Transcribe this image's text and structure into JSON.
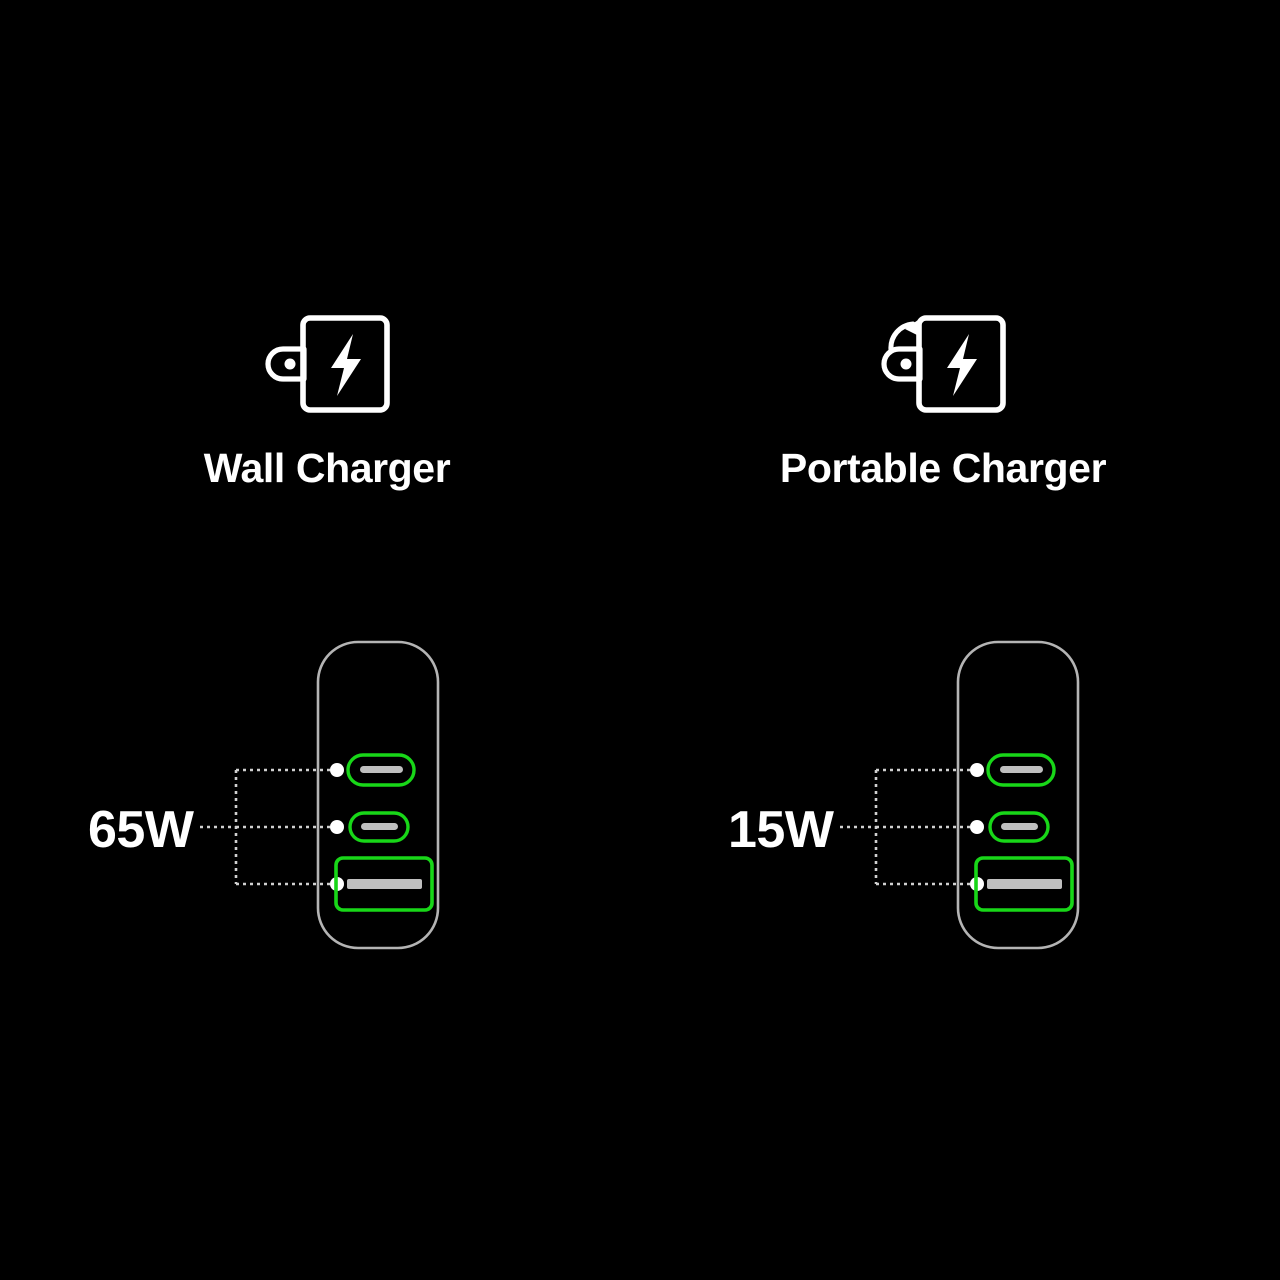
{
  "page": {
    "background_color": "#000000",
    "accent_green": "#18d718",
    "port_fill_gray": "#bfbfbf",
    "device_outline_gray": "#b4b4b4",
    "text_color": "#ffffff"
  },
  "columns": [
    {
      "id": "wall",
      "icon_name": "wall-charger-icon",
      "title": "Wall Charger",
      "wattage": "65W",
      "has_fold_arrow": false,
      "ports": [
        {
          "type": "usb-c",
          "label": "USB-C port 1"
        },
        {
          "type": "usb-c",
          "label": "USB-C port 2"
        },
        {
          "type": "usb-a",
          "label": "USB-A port"
        }
      ]
    },
    {
      "id": "portable",
      "icon_name": "portable-charger-icon",
      "title": "Portable Charger",
      "wattage": "15W",
      "has_fold_arrow": true,
      "ports": [
        {
          "type": "usb-c",
          "label": "USB-C port 1"
        },
        {
          "type": "usb-c",
          "label": "USB-C port 2"
        },
        {
          "type": "usb-a",
          "label": "USB-A port"
        }
      ]
    }
  ]
}
